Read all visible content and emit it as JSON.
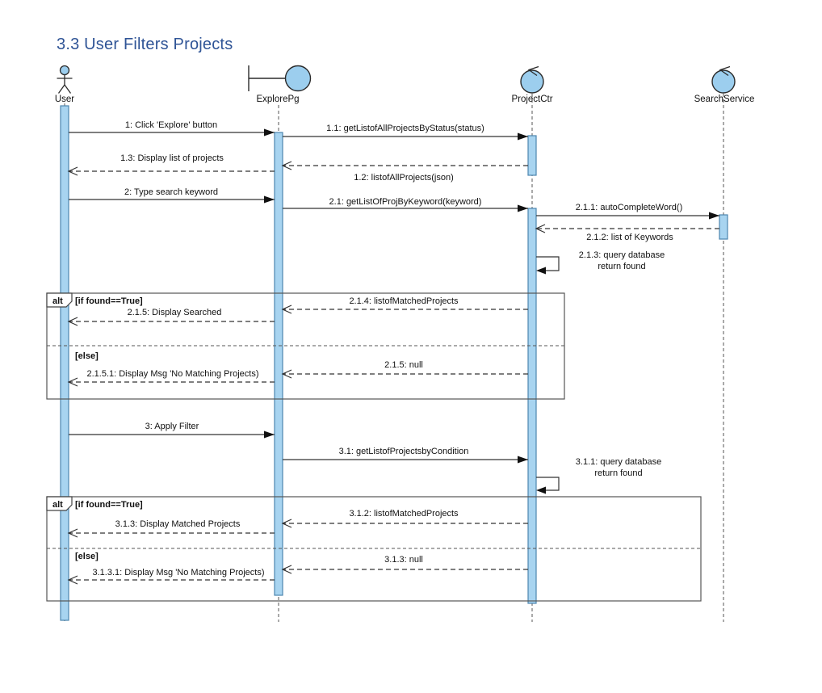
{
  "diagram": {
    "title": "3.3 User Filters Projects",
    "colors": {
      "title": "#2F5496",
      "icon_fill": "#9CCEEE",
      "activation_fill": "#A8D4F0",
      "activation_stroke": "#4D86AF",
      "line": "#333333"
    },
    "participants": [
      {
        "id": "user",
        "label": "User",
        "type": "actor"
      },
      {
        "id": "explorepg",
        "label": "ExplorePg",
        "type": "boundary"
      },
      {
        "id": "projectctr",
        "label": "ProjectCtr",
        "type": "control"
      },
      {
        "id": "searchservice",
        "label": "SearchService",
        "type": "control"
      }
    ],
    "messages": [
      {
        "id": "m1",
        "label": "1: Click 'Explore' button",
        "from": "User",
        "to": "ExplorePg",
        "kind": "sync"
      },
      {
        "id": "m2",
        "label": "1.1: getListofAllProjectsByStatus(status)",
        "from": "ExplorePg",
        "to": "ProjectCtr",
        "kind": "sync"
      },
      {
        "id": "m3",
        "label": "1.2: listofAllProjects(json)",
        "from": "ProjectCtr",
        "to": "ExplorePg",
        "kind": "return"
      },
      {
        "id": "m4",
        "label": "1.3: Display list of projects",
        "from": "ExplorePg",
        "to": "User",
        "kind": "return"
      },
      {
        "id": "m5",
        "label": "2: Type search keyword",
        "from": "User",
        "to": "ExplorePg",
        "kind": "sync"
      },
      {
        "id": "m6",
        "label": "2.1: getListOfProjByKeyword(keyword)",
        "from": "ExplorePg",
        "to": "ProjectCtr",
        "kind": "sync"
      },
      {
        "id": "m7",
        "label": "2.1.1: autoCompleteWord()",
        "from": "ProjectCtr",
        "to": "SearchService",
        "kind": "sync"
      },
      {
        "id": "m8",
        "label": "2.1.2: list of Keywords",
        "from": "SearchService",
        "to": "ProjectCtr",
        "kind": "return"
      },
      {
        "id": "m9",
        "label": "2.1.3: query database\nreturn found",
        "from": "ProjectCtr",
        "to": "ProjectCtr",
        "kind": "self"
      },
      {
        "id": "m10",
        "label": "2.1.4: listofMatchedProjects",
        "from": "ProjectCtr",
        "to": "ExplorePg",
        "kind": "return"
      },
      {
        "id": "m11",
        "label": "2.1.5: Display Searched",
        "from": "ExplorePg",
        "to": "User",
        "kind": "return"
      },
      {
        "id": "m12",
        "label": "2.1.5: null",
        "from": "ProjectCtr",
        "to": "ExplorePg",
        "kind": "return"
      },
      {
        "id": "m13",
        "label": "2.1.5.1: Display Msg 'No Matching Projects)",
        "from": "ExplorePg",
        "to": "User",
        "kind": "return"
      },
      {
        "id": "m14",
        "label": "3: Apply Filter",
        "from": "User",
        "to": "ExplorePg",
        "kind": "sync"
      },
      {
        "id": "m15",
        "label": "3.1: getListofProjectsbyCondition",
        "from": "ExplorePg",
        "to": "ProjectCtr",
        "kind": "sync"
      },
      {
        "id": "m16",
        "label": "3.1.1: query database\nreturn found",
        "from": "ProjectCtr",
        "to": "ProjectCtr",
        "kind": "self"
      },
      {
        "id": "m17",
        "label": "3.1.2: listofMatchedProjects",
        "from": "ProjectCtr",
        "to": "ExplorePg",
        "kind": "return"
      },
      {
        "id": "m18",
        "label": "3.1.3: Display Matched Projects",
        "from": "ExplorePg",
        "to": "User",
        "kind": "return"
      },
      {
        "id": "m19",
        "label": "3.1.3: null",
        "from": "ProjectCtr",
        "to": "ExplorePg",
        "kind": "return"
      },
      {
        "id": "m20",
        "label": "3.1.3.1: Display Msg 'No Matching Projects)",
        "from": "ExplorePg",
        "to": "User",
        "kind": "return"
      }
    ],
    "fragments": [
      {
        "operator": "alt",
        "guards": [
          "[if found==True]",
          "[else]"
        ]
      },
      {
        "operator": "alt",
        "guards": [
          "[if found==True]",
          "[else]"
        ]
      }
    ]
  }
}
